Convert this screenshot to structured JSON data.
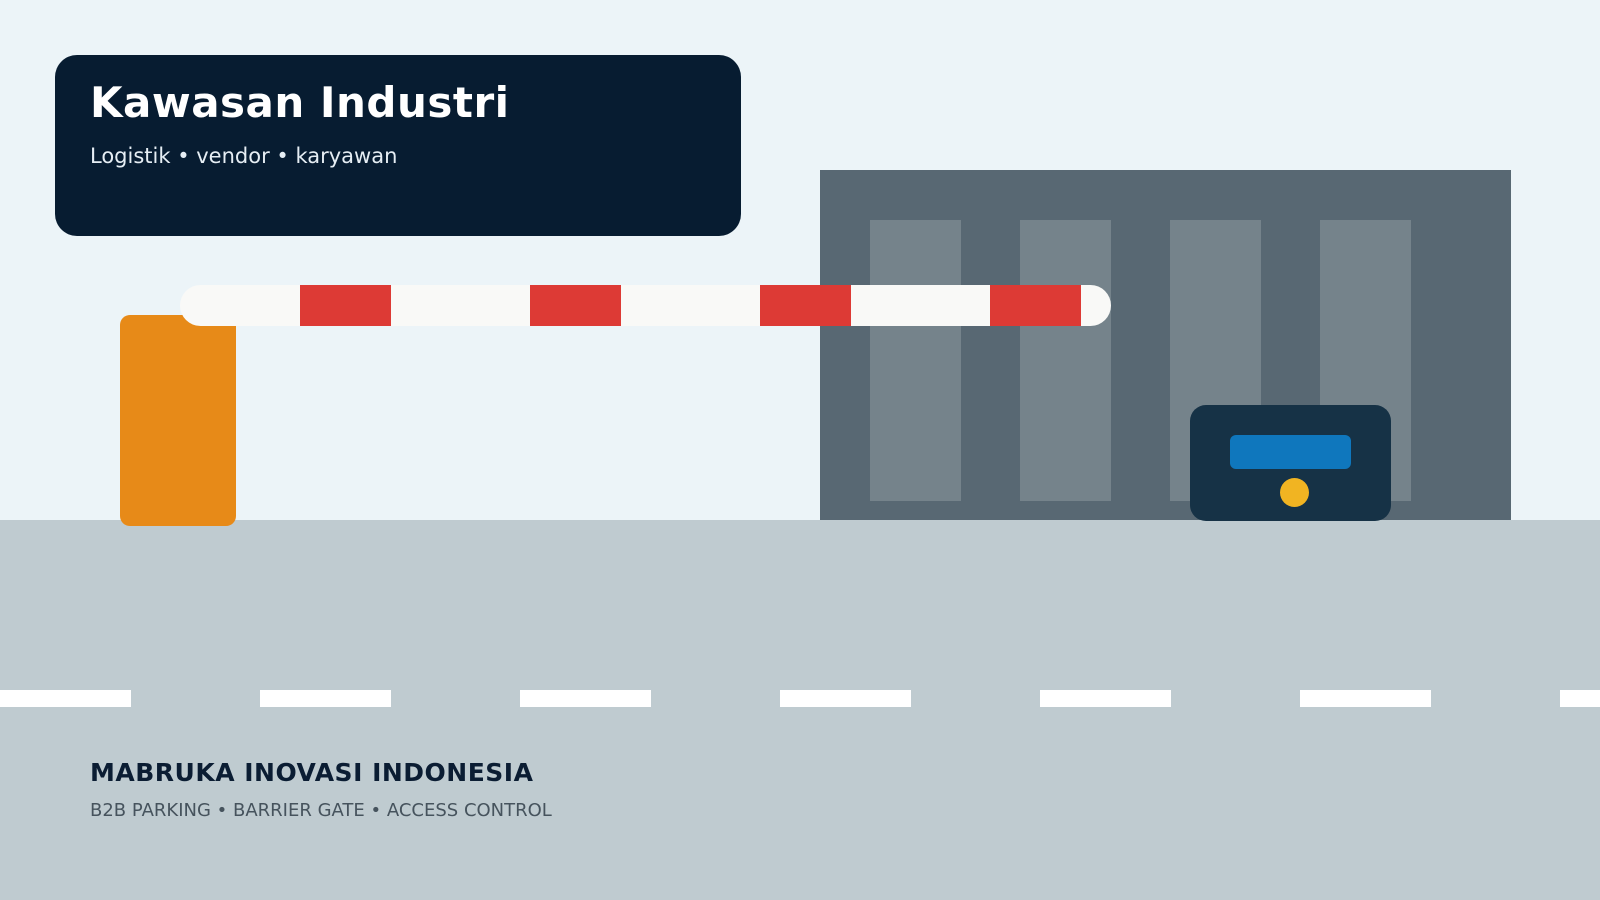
{
  "header": {
    "title": "Kawasan Industri",
    "subtitle": "Logistik • vendor • karyawan"
  },
  "footer": {
    "brand": "MABRUKA INOVASI INDONESIA",
    "tagline": "B2B PARKING • BARRIER GATE • ACCESS CONTROL"
  },
  "colors": {
    "sky": "#ecf4f8",
    "road": "#bfcbd0",
    "lane_marking": "#ffffff",
    "title_card": "#071c31",
    "building": "#586873",
    "building_window": "#75838b",
    "barrier_post": "#e78a18",
    "barrier_arm": "#f9f9f7",
    "barrier_stripe": "#dd3a35",
    "reader_body": "#163246",
    "reader_display": "#0f77bd",
    "reader_led": "#f1b422"
  },
  "icons": [
    "barrier-gate-icon",
    "access-card-reader-icon",
    "warehouse-building-icon"
  ]
}
